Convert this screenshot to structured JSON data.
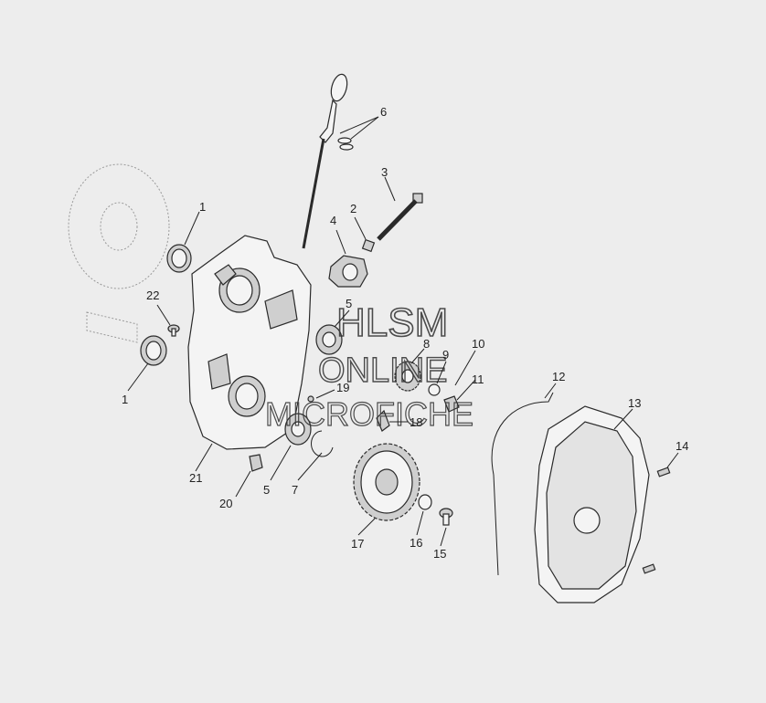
{
  "watermark": {
    "line1": "HLSM",
    "line2": "ONLINE",
    "line3": "MICROFICHE"
  },
  "callouts": [
    {
      "id": "c1a",
      "label": "1"
    },
    {
      "id": "c1b",
      "label": "1"
    },
    {
      "id": "c2",
      "label": "2"
    },
    {
      "id": "c3",
      "label": "3"
    },
    {
      "id": "c4",
      "label": "4"
    },
    {
      "id": "c5a",
      "label": "5"
    },
    {
      "id": "c5b",
      "label": "5"
    },
    {
      "id": "c6",
      "label": "6"
    },
    {
      "id": "c7",
      "label": "7"
    },
    {
      "id": "c8",
      "label": "8"
    },
    {
      "id": "c9",
      "label": "9"
    },
    {
      "id": "c10",
      "label": "10"
    },
    {
      "id": "c11",
      "label": "11"
    },
    {
      "id": "c12",
      "label": "12"
    },
    {
      "id": "c13",
      "label": "13"
    },
    {
      "id": "c14",
      "label": "14"
    },
    {
      "id": "c15",
      "label": "15"
    },
    {
      "id": "c16",
      "label": "16"
    },
    {
      "id": "c17",
      "label": "17"
    },
    {
      "id": "c18",
      "label": "18"
    },
    {
      "id": "c19",
      "label": "19"
    },
    {
      "id": "c20",
      "label": "20"
    },
    {
      "id": "c21",
      "label": "21"
    },
    {
      "id": "c22",
      "label": "22"
    }
  ]
}
